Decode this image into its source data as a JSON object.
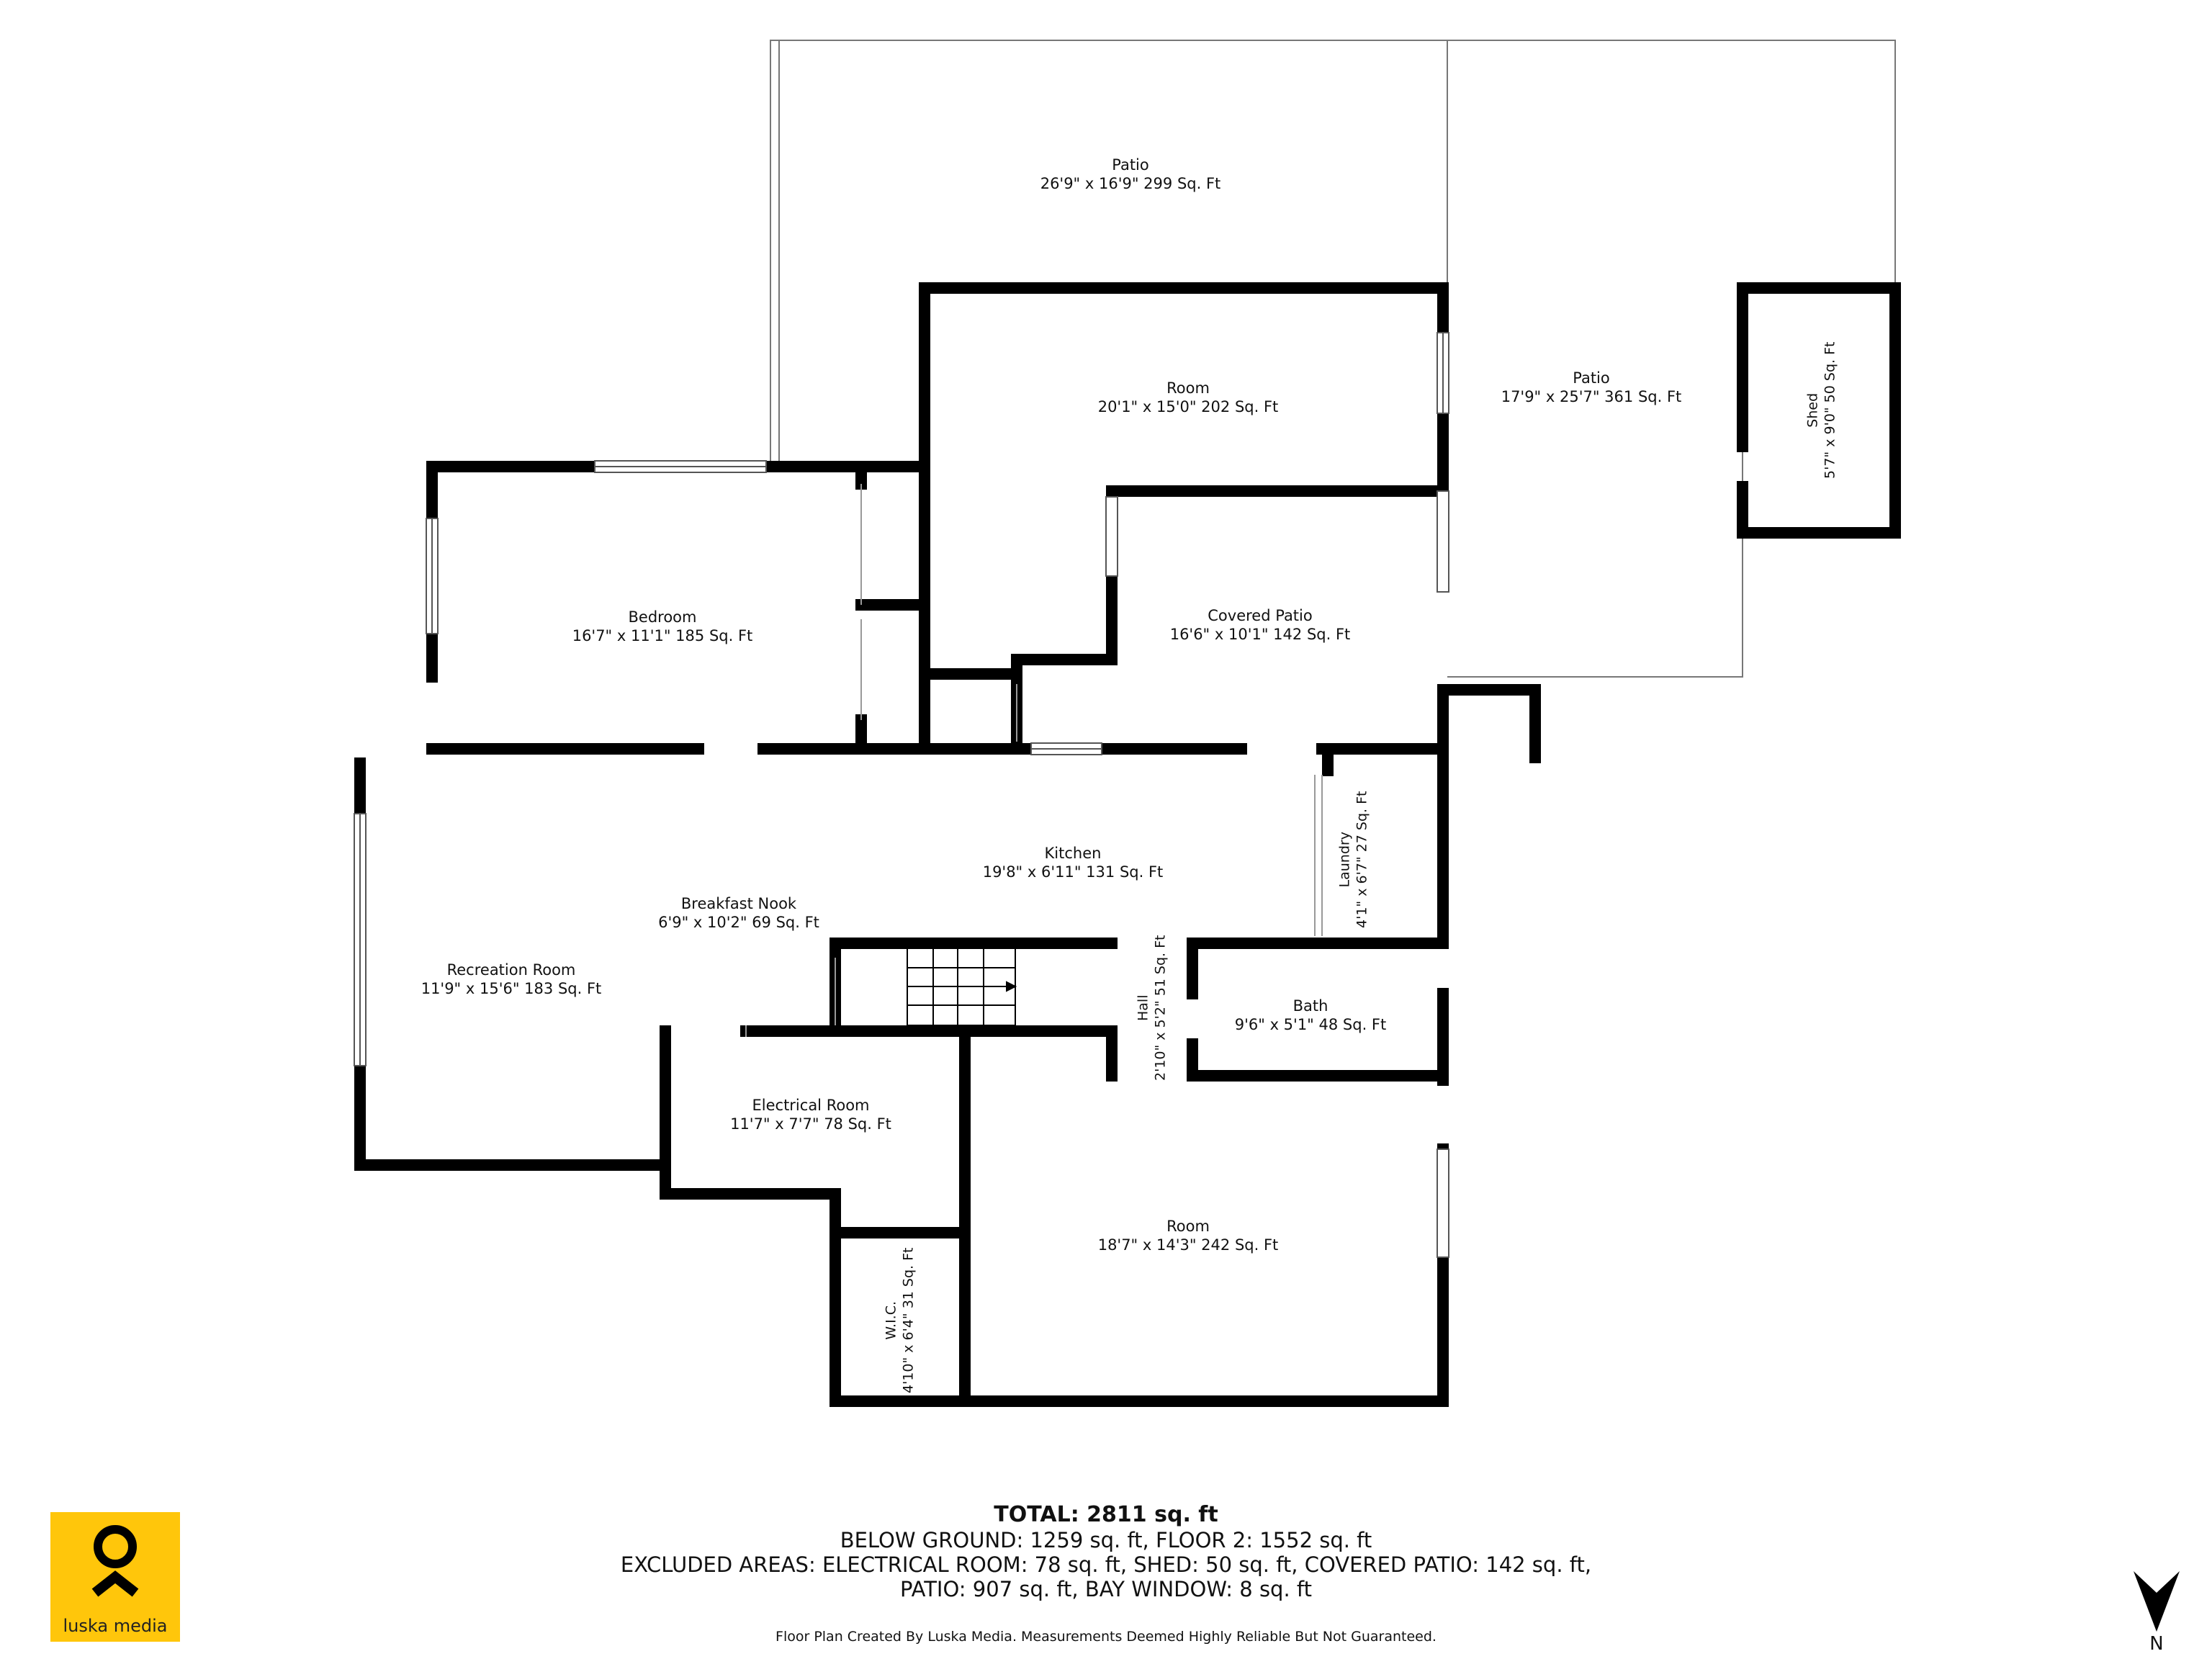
{
  "rooms": {
    "patio_top": {
      "name": "Patio",
      "dims": "26'9\" x 16'9\" 299 Sq. Ft"
    },
    "room_upper": {
      "name": "Room",
      "dims": "20'1\" x 15'0\" 202 Sq. Ft"
    },
    "patio_right": {
      "name": "Patio",
      "dims": "17'9\" x 25'7\" 361 Sq. Ft"
    },
    "shed": {
      "name": "Shed",
      "dims": "5'7\" x 9'0\" 50 Sq. Ft"
    },
    "bedroom": {
      "name": "Bedroom",
      "dims": "16'7\" x 11'1\" 185 Sq. Ft"
    },
    "covered_patio": {
      "name": "Covered Patio",
      "dims": "16'6\" x 10'1\" 142 Sq. Ft"
    },
    "kitchen": {
      "name": "Kitchen",
      "dims": "19'8\" x 6'11\" 131 Sq. Ft"
    },
    "laundry": {
      "name": "Laundry",
      "dims": "4'1\" x 6'7\" 27 Sq. Ft"
    },
    "breakfast_nook": {
      "name": "Breakfast Nook",
      "dims": "6'9\" x 10'2\" 69 Sq. Ft"
    },
    "recreation_room": {
      "name": "Recreation Room",
      "dims": "11'9\" x 15'6\" 183 Sq. Ft"
    },
    "hall": {
      "name": "Hall",
      "dims": "2'10\" x 5'2\" 51 Sq. Ft"
    },
    "bath": {
      "name": "Bath",
      "dims": "9'6\" x 5'1\" 48 Sq. Ft"
    },
    "electrical_room": {
      "name": "Electrical Room",
      "dims": "11'7\" x 7'7\" 78 Sq. Ft"
    },
    "room_lower": {
      "name": "Room",
      "dims": "18'7\" x 14'3\" 242 Sq. Ft"
    },
    "wic": {
      "name": "W.I.C.",
      "dims": "4'10\" x 6'4\" 31 Sq. Ft"
    }
  },
  "summary": {
    "total": "TOTAL: 2811 sq. ft",
    "line1": "BELOW GROUND: 1259 sq. ft, FLOOR 2: 1552 sq. ft",
    "line2": "EXCLUDED AREAS: ELECTRICAL ROOM: 78 sq. ft, SHED: 50 sq. ft, COVERED PATIO: 142 sq. ft,",
    "line3": "PATIO: 907 sq. ft, BAY WINDOW: 8 sq. ft"
  },
  "disclaimer": "Floor Plan Created By Luska Media. Measurements Deemed Highly Reliable But Not Guaranteed.",
  "logo": {
    "brand": "luska media",
    "color": "#FFC60B"
  },
  "compass": {
    "label": "N",
    "icon": "north-arrow-icon"
  },
  "colors": {
    "wall": "#000000",
    "background": "#ffffff"
  }
}
